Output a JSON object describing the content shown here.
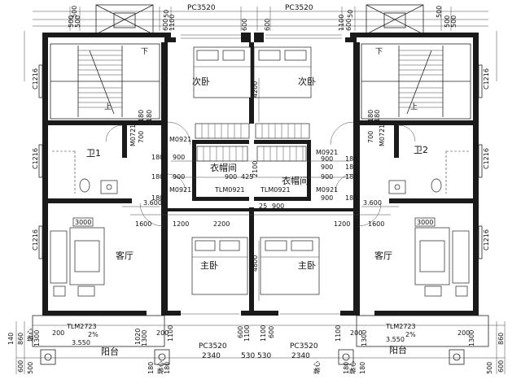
{
  "dimensions": {
    "top_window_left": "PC3520",
    "top_window_right": "PC3520",
    "top_500_a": "500",
    "top_500_b": "500",
    "top_50_left": "50",
    "top_50_right": "50",
    "top_600_left": "600",
    "top_600_mid_l": "600",
    "top_600_mid_r": "600",
    "top_600_right": "600",
    "top_1100_left": "1100",
    "top_1100_right": "1100",
    "left_500_a": "500",
    "left_500_b": "500",
    "right_500_a": "500",
    "right_500_b": "500",
    "left_c1216_a": "C1216",
    "left_c1216_b": "C1216",
    "left_c1216_c": "C1216",
    "right_c1216_a": "C1216",
    "right_c1216_b": "C1216",
    "right_c1216_c": "C1216",
    "v_4200": "4200",
    "v_2100": "2100",
    "v_4800": "4800",
    "v_180_a": "180",
    "v_700_l": "700",
    "v_180_b": "180",
    "v_700_r": "700",
    "v_180_c": "180",
    "v_180_d": "180",
    "d_m0721_l": "M0721",
    "d_m0721_r": "M0721",
    "d_m0921_a": "M0921",
    "d_m0921_b": "M0921",
    "d_m0921_c": "M0921",
    "d_m0921_d": "M0921",
    "d_tlm0921_l": "TLM0921",
    "d_tlm0921_r": "TLM0921",
    "h_180_a": "180",
    "h_900_a": "900",
    "h_180_b": "180",
    "h_900_b": "900",
    "h_180_c": "180",
    "h_900_c": "900",
    "h_900_d": "900",
    "h_180_d": "180",
    "h_900_e": "900",
    "h_425": "425",
    "h_180_e": "180",
    "h_900_f": "900",
    "h_180_f": "180",
    "h_900_g": "900",
    "h_180_g": "180",
    "elev_left": "3.600",
    "elev_right": "3.600",
    "h_1600_l": "1600",
    "h_1200_l": "1200",
    "h_2200": "2200",
    "h_25": "25",
    "h_900_h": "900",
    "h_1200_r": "1200",
    "h_1600_r": "1600",
    "tv_left": "3000",
    "tv_right": "3000",
    "tlm2723_left": "TLM2723",
    "tlm2723_right": "TLM2723",
    "slope_left": "2%",
    "slope_right": "2%",
    "balc_elev_left": "3.550",
    "balc_elev_right": "3.550",
    "bottom_pc_left": "PC3520",
    "bottom_pc_right": "PC3520",
    "b_2340_left": "2340",
    "b_2340_right": "2340",
    "b_530_a": "530",
    "b_530_b": "530",
    "b_200_a": "200",
    "b_200_b": "200",
    "b_200_c": "200",
    "b_200_d": "200",
    "b_1300_a": "1300",
    "b_1300_b": "1300",
    "b_1300_c": "1300",
    "b_1300_d": "1300",
    "b_1100_a": "1100",
    "b_1100_b": "1100",
    "b_1100_c": "1100",
    "b_1100_d": "1100",
    "b_1020": "1020",
    "b_860_a": "860",
    "b_860_b": "860",
    "b_600_a": "600",
    "b_600_b": "600",
    "b_600_c": "600",
    "b_600_d": "600",
    "b_140": "140",
    "b_180_a": "180",
    "b_180_b": "180",
    "b_180_c": "180",
    "b_180_d": "180",
    "b_500_a": "500",
    "b_500_b": "500",
    "b_xin_left": "墩心",
    "b_xin_a": "墩心",
    "b_xin_b": "墩心",
    "b_xin_c": "墩心"
  },
  "rooms": {
    "secondary_bedroom_left": "次卧",
    "secondary_bedroom_right": "次卧",
    "closet_left": "衣帽间",
    "closet_right": "衣帽间",
    "bathroom_1": "卫1",
    "bathroom_2": "卫2",
    "living_room_left": "客厅",
    "living_room_right": "客厅",
    "master_bedroom_left": "主卧",
    "master_bedroom_right": "主卧",
    "balcony_left": "阳台",
    "balcony_right": "阳台"
  },
  "stairs": {
    "down_left": "下",
    "down_right": "下",
    "up_left": "上",
    "up_right": "上"
  }
}
